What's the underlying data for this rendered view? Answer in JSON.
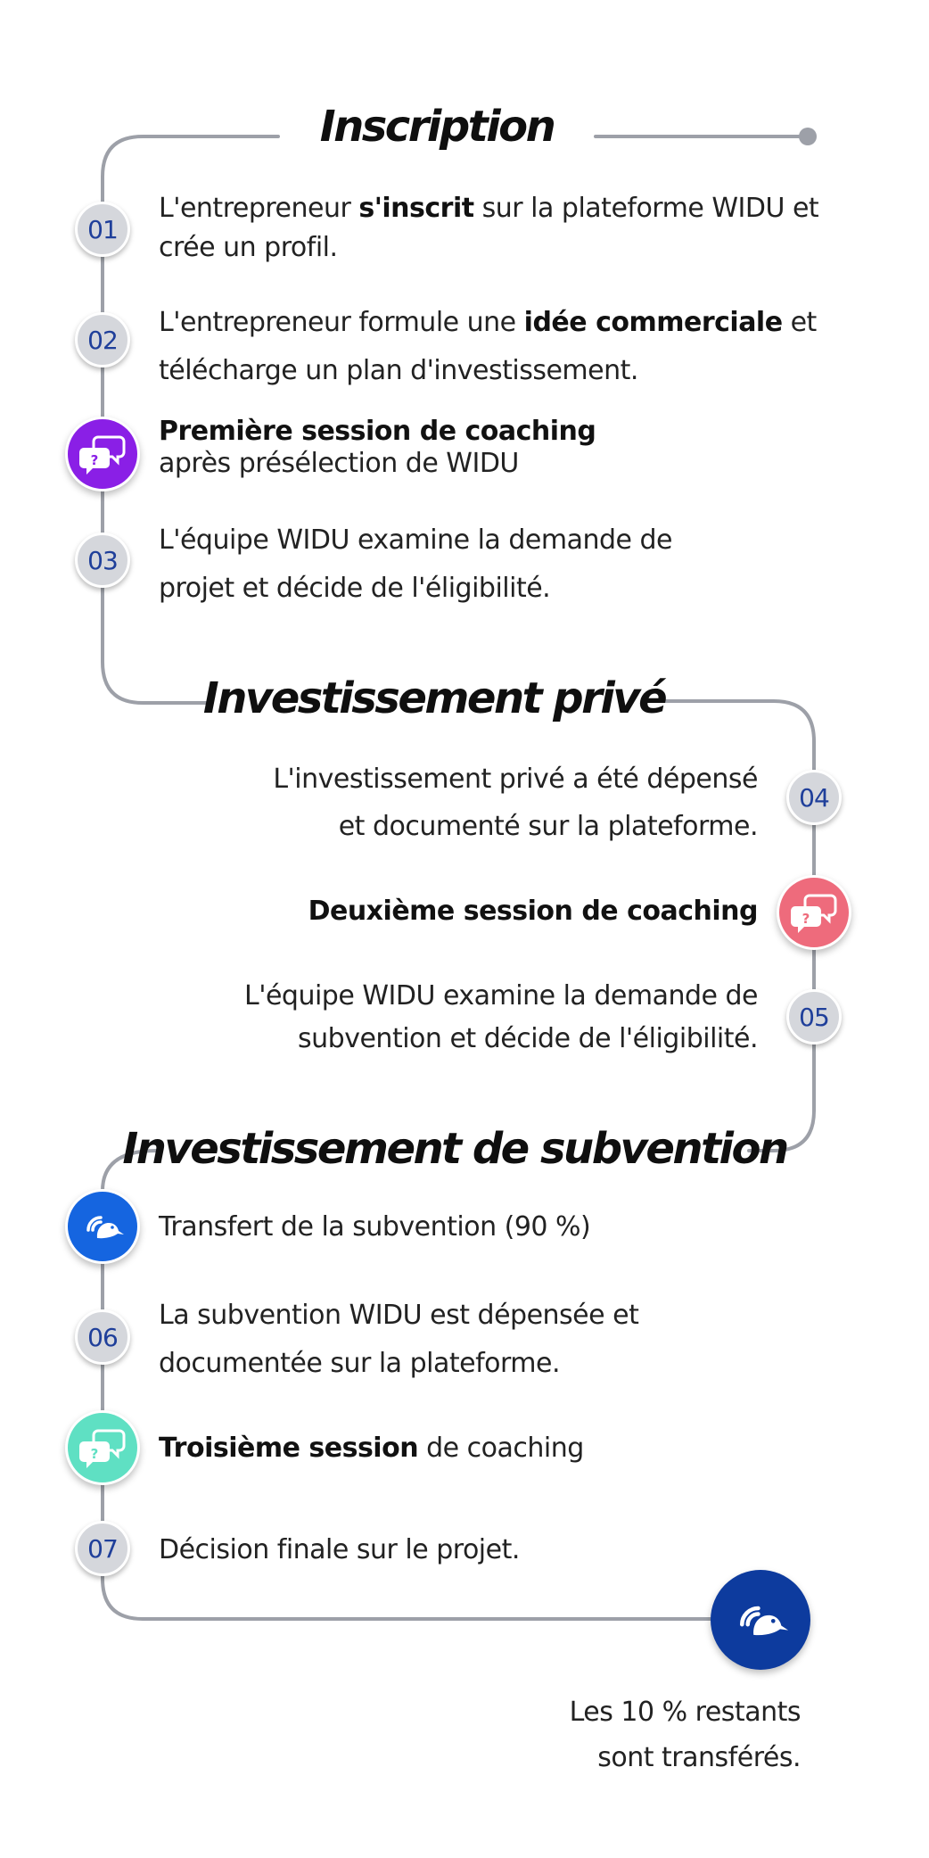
{
  "colors": {
    "line": "#9da0a8",
    "number_badge": "#d5d7dc",
    "number_text": "#1f3f9a",
    "coaching_1": "#8a1fe6",
    "coaching_2": "#ee6b7c",
    "coaching_3": "#5fe0c3",
    "transfer_1": "#1565e0",
    "transfer_final": "#0d3b9e"
  },
  "sections": {
    "inscription": {
      "title": "Inscription"
    },
    "private": {
      "title": "Investissement privé"
    },
    "subsidy": {
      "title": "Investissement de subvention"
    }
  },
  "steps": {
    "s01": {
      "number": "01",
      "line1_a": "L'entrepreneur ",
      "line1_bold": "s'inscrit",
      "line1_b": " sur la plateforme WIDU et",
      "line2": "crée un profil."
    },
    "s02": {
      "number": "02",
      "line1_a": "L'entrepreneur formule une ",
      "line1_bold": "idée commerciale",
      "line1_b": " et",
      "line2": "télécharge un plan d'investissement."
    },
    "coach1": {
      "icon": "chat-bubbles-question-icon",
      "bold": "Première session de coaching",
      "line2": "après présélection de WIDU"
    },
    "s03": {
      "number": "03",
      "line1": "L'équipe WIDU examine la demande de",
      "line2": "projet et décide de l'éligibilité."
    },
    "s04": {
      "number": "04",
      "line1": "L'investissement privé a été dépensé",
      "line2": "et documenté sur la plateforme."
    },
    "coach2": {
      "icon": "chat-bubbles-question-icon",
      "bold": "Deuxième session de coaching"
    },
    "s05": {
      "number": "05",
      "line1": "L'équipe WIDU examine la demande de",
      "line2": "subvention et décide de l'éligibilité."
    },
    "transfer1": {
      "icon": "widu-bird-logo-icon",
      "text": "Transfert de la subvention (90 %)"
    },
    "s06": {
      "number": "06",
      "line1": "La subvention WIDU est dépensée et",
      "line2": "documentée sur la plateforme."
    },
    "coach3": {
      "icon": "chat-bubbles-question-icon",
      "bold": "Troisième session",
      "rest": " de coaching"
    },
    "s07": {
      "number": "07",
      "text": "Décision finale sur le projet."
    },
    "final": {
      "icon": "widu-bird-logo-icon",
      "line1": "Les 10 % restants",
      "line2": "sont transférés."
    }
  }
}
